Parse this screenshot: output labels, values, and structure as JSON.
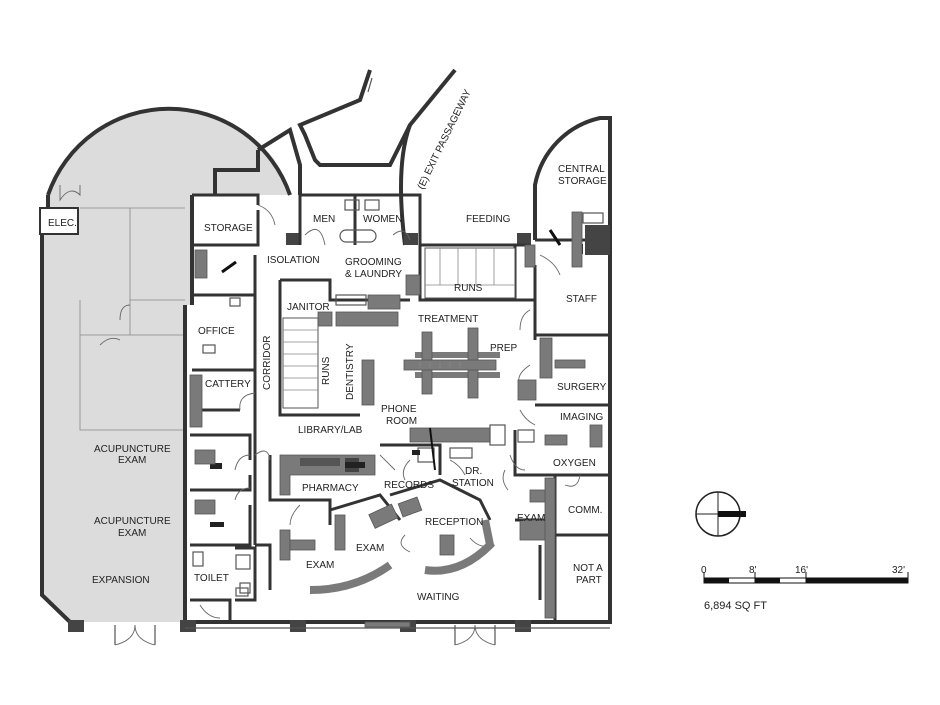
{
  "rooms": {
    "elec": "ELEC.",
    "storage": "STORAGE",
    "men": "MEN",
    "women": "WOMEN",
    "exit_passageway": "(E) EXIT PASSAGEWAY",
    "central_storage_1": "CENTRAL",
    "central_storage_2": "STORAGE",
    "feeding": "FEEDING",
    "isolation": "ISOLATION",
    "grooming_1": "GROOMING",
    "grooming_2": "& LAUNDRY",
    "runs_top": "RUNS",
    "staff": "STAFF",
    "janitor": "JANITOR",
    "treatment": "TREATMENT",
    "office": "OFFICE",
    "corridor": "CORRIDOR",
    "runs_side": "RUNS",
    "dentistry": "DENTISTRY",
    "prep": "PREP",
    "surgery": "SURGERY",
    "cattery": "CATTERY",
    "phone_room_1": "PHONE",
    "phone_room_2": "ROOM",
    "imaging": "IMAGING",
    "library_lab": "LIBRARY/LAB",
    "oxygen": "OXYGEN",
    "acupuncture_1a": "ACUPUNCTURE",
    "acupuncture_1b": "EXAM",
    "pharmacy": "PHARMACY",
    "records": "RECORDS",
    "dr_station_1": "DR.",
    "dr_station_2": "STATION",
    "exam_right": "EXAM",
    "comm": "COMM.",
    "acupuncture_2a": "ACUPUNCTURE",
    "acupuncture_2b": "EXAM",
    "reception": "RECEPTION",
    "exam_mid": "EXAM",
    "exam_left": "EXAM",
    "not_a_part_1": "NOT A",
    "not_a_part_2": "PART",
    "expansion": "EXPANSION",
    "toilet": "TOILET",
    "waiting": "WAITING"
  },
  "scale_bar": {
    "tick_0": "0",
    "tick_8": "8'",
    "tick_16": "16'",
    "tick_32": "32'",
    "area": "6,894 SQ FT"
  },
  "colors": {
    "wall": "#333333",
    "expansion_fill": "#dcdcdc",
    "furniture": "#7a7a7a"
  },
  "icons": [
    "north-arrow-icon"
  ]
}
